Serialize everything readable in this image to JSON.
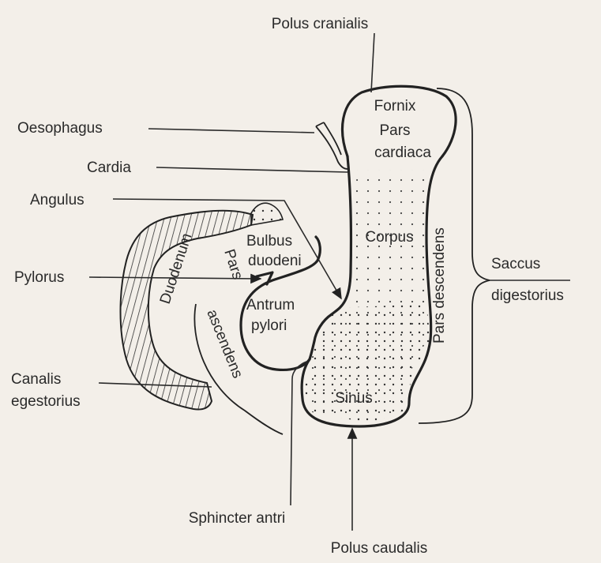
{
  "labels": {
    "polus_cranialis": "Polus cranialis",
    "fornix": "Fornix",
    "pars_cardiaca_1": "Pars",
    "pars_cardiaca_2": "cardiaca",
    "oesophagus": "Oesophagus",
    "cardia": "Cardia",
    "angulus": "Angulus",
    "duodenum": "Duodenum",
    "bulbus_1": "Bulbus",
    "bulbus_2": "duodeni",
    "corpus": "Corpus",
    "pars_descendens": "Pars descendens",
    "saccus_1": "Saccus",
    "saccus_2": "digestorius",
    "pylorus": "Pylorus",
    "pars_ascendens_1": "Pars",
    "pars_ascendens_2": "ascendens",
    "antrum_1": "Antrum",
    "antrum_2": "pylori",
    "canalis_1": "Canalis",
    "canalis_2": "egestorius",
    "sinus": "Sinus",
    "sphincter": "Sphincter antri",
    "polus_caudalis": "Polus caudalis"
  }
}
